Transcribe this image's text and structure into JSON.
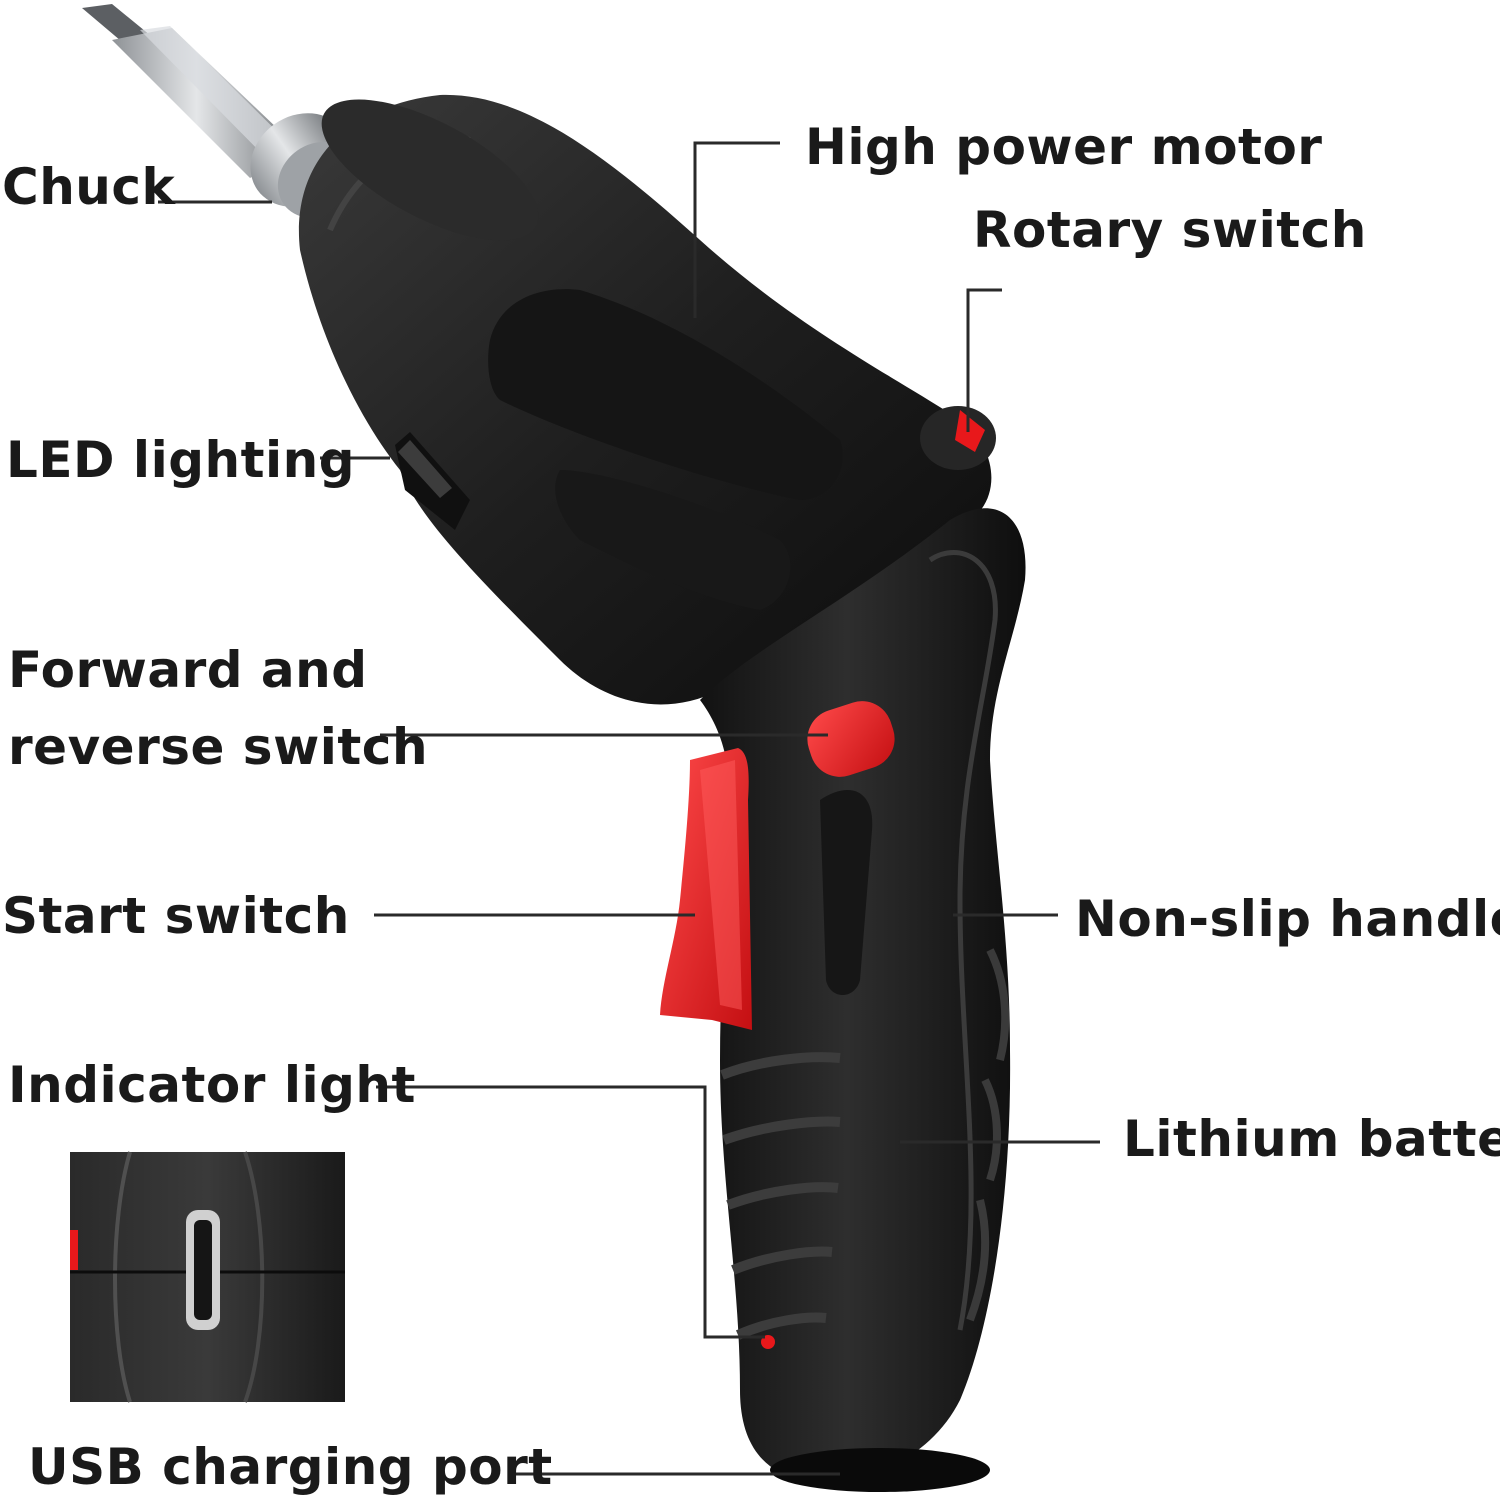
{
  "callouts": {
    "chuck": "Chuck",
    "high_power_motor": "High power motor",
    "rotary_switch": "Rotary switch",
    "led_lighting": "LED lighting",
    "forward_reverse_line1": "Forward and",
    "forward_reverse_line2": "reverse switch",
    "start_switch": "Start switch",
    "non_slip_handle": "Non-slip handle",
    "indicator_light": "Indicator light",
    "lithium_battery": "Lithium battery",
    "usb_charging_port": "USB charging port"
  },
  "colors": {
    "body": "#1c1c1c",
    "accent": "#e8181b",
    "steel": "#b9bcc0",
    "text": "#1a1a1a",
    "leader_line": "#2a2a2a"
  }
}
